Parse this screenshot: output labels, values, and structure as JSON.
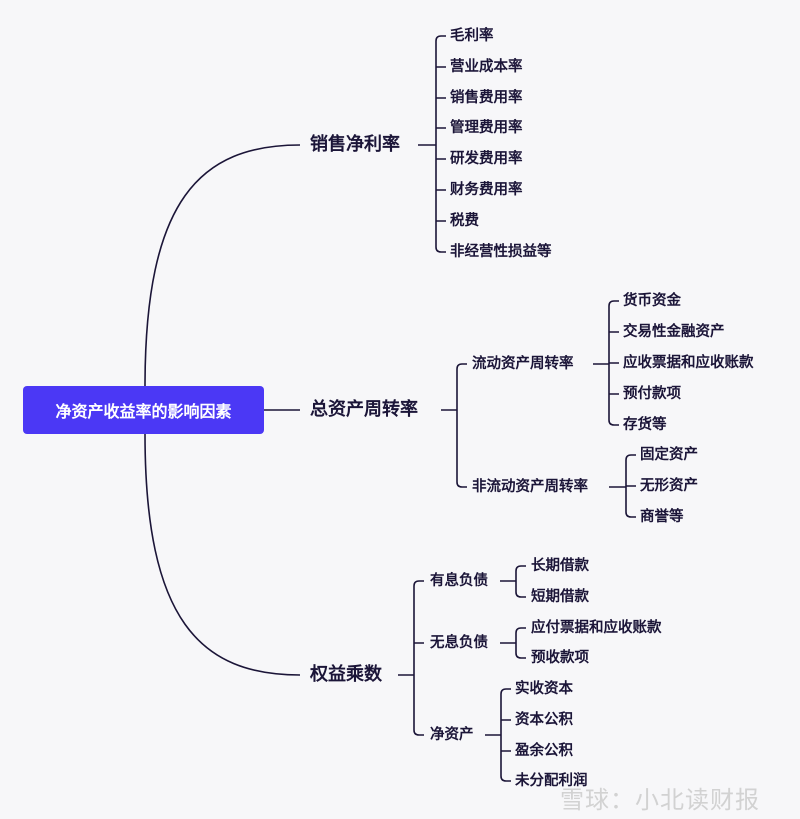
{
  "root": "净资产收益率的影响因素",
  "branches": [
    {
      "label": "销售净利率",
      "children": [
        "毛利率",
        "营业成本率",
        "销售费用率",
        "管理费用率",
        "研发费用率",
        "财务费用率",
        "税费",
        "非经营性损益等"
      ]
    },
    {
      "label": "总资产周转率",
      "children": [
        {
          "label": "流动资产周转率",
          "children": [
            "货币资金",
            "交易性金融资产",
            "应收票据和应收账款",
            "预付款项",
            "存货等"
          ]
        },
        {
          "label": "非流动资产周转率",
          "children": [
            "固定资产",
            "无形资产",
            "商誉等"
          ]
        }
      ]
    },
    {
      "label": "权益乘数",
      "children": [
        {
          "label": "有息负债",
          "children": [
            "长期借款",
            "短期借款"
          ]
        },
        {
          "label": "无息负债",
          "children": [
            "应付票据和应收账款",
            "预收款项"
          ]
        },
        {
          "label": "净资产",
          "children": [
            "实收资本",
            "资本公积",
            "盈余公积",
            "未分配利润"
          ]
        }
      ]
    }
  ],
  "watermark": "雪球：小北读财报",
  "colors": {
    "root": "#4b38f5",
    "text": "#1b1538",
    "line": "#1b1538",
    "background": "#f7f7f9"
  }
}
